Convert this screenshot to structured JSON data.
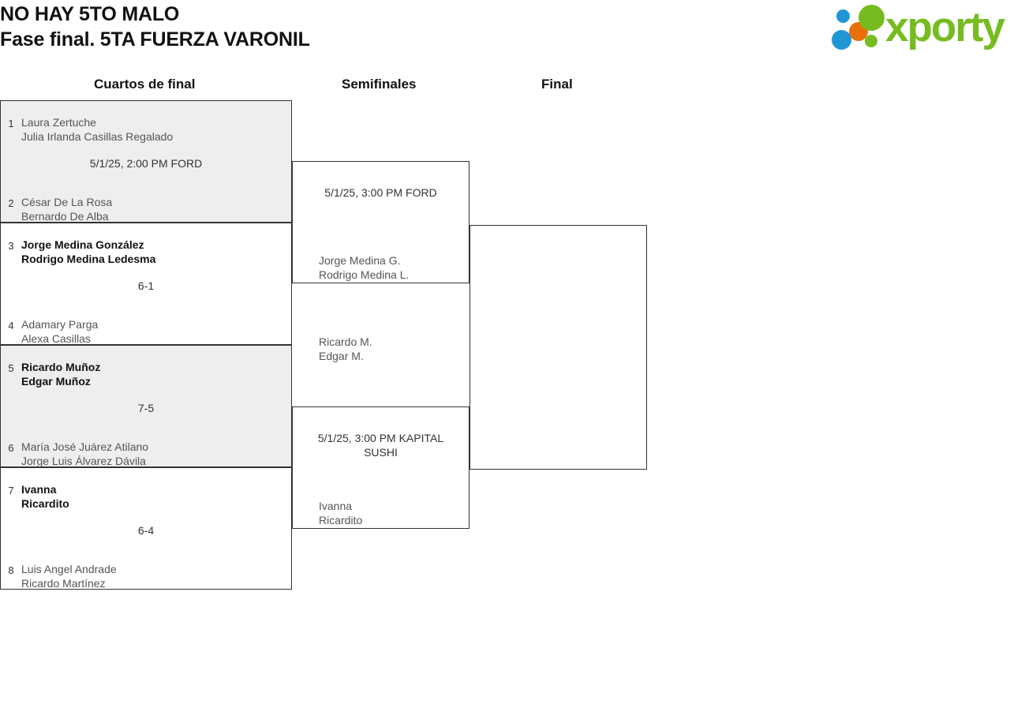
{
  "header": {
    "title_line1": "NO HAY 5TO MALO",
    "title_line2": "Fase final. 5TA FUERZA VARONIL",
    "logo_word": "xporty"
  },
  "rounds": [
    {
      "label": "Cuartos de final"
    },
    {
      "label": "Semifinales"
    },
    {
      "label": "Final"
    }
  ],
  "bracket": {
    "quarterfinals": [
      {
        "shaded": true,
        "meta": "5/1/25, 2:00 PM FORD",
        "top": {
          "seed": "1",
          "player1": "Laura Zertuche",
          "player2": "Julia Irlanda Casillas Regalado",
          "winner": false
        },
        "bottom": {
          "seed": "2",
          "player1": "César De La Rosa",
          "player2": "Bernardo De Alba",
          "winner": false
        }
      },
      {
        "shaded": false,
        "meta": "6-1",
        "top": {
          "seed": "3",
          "player1": "Jorge Medina González",
          "player2": "Rodrigo Medina Ledesma",
          "winner": true
        },
        "bottom": {
          "seed": "4",
          "player1": "Adamary Parga",
          "player2": "Alexa Casillas",
          "winner": false
        }
      },
      {
        "shaded": true,
        "meta": "7-5",
        "top": {
          "seed": "5",
          "player1": "Ricardo Muñoz",
          "player2": "Edgar Muñoz",
          "winner": true
        },
        "bottom": {
          "seed": "6",
          "player1": "María José Juárez Atilano",
          "player2": "Jorge Luis Álvarez Dávila",
          "winner": false
        }
      },
      {
        "shaded": false,
        "meta": "6-4",
        "top": {
          "seed": "7",
          "player1": "Ivanna",
          "player2": "Ricardito",
          "winner": true
        },
        "bottom": {
          "seed": "8",
          "player1": "Luis Angel Andrade",
          "player2": "Ricardo Martínez",
          "winner": false
        }
      }
    ],
    "semifinals": [
      {
        "shaded": false,
        "meta": "5/1/25, 3:00 PM FORD",
        "top": {
          "seed": "",
          "player1": "",
          "player2": "",
          "winner": false
        },
        "bottom": {
          "seed": "",
          "player1": "Jorge Medina G.",
          "player2": "Rodrigo Medina L.",
          "winner": false
        }
      },
      {
        "shaded": false,
        "meta": "5/1/25, 3:00 PM KAPITAL SUSHI",
        "top": {
          "seed": "",
          "player1": "Ricardo M.",
          "player2": "Edgar M.",
          "winner": false
        },
        "bottom": {
          "seed": "",
          "player1": "Ivanna",
          "player2": "Ricardito",
          "winner": false
        }
      }
    ],
    "final": [
      {
        "shaded": false,
        "meta": "",
        "top": {
          "seed": "",
          "player1": "",
          "player2": "",
          "winner": false
        },
        "bottom": {
          "seed": "",
          "player1": "",
          "player2": "",
          "winner": false
        }
      }
    ]
  },
  "colors": {
    "brand_green": "#76bc21",
    "brand_blue": "#2196d6",
    "brand_orange": "#e8700a",
    "shaded_bg": "#eeeeee",
    "border": "#333333"
  }
}
